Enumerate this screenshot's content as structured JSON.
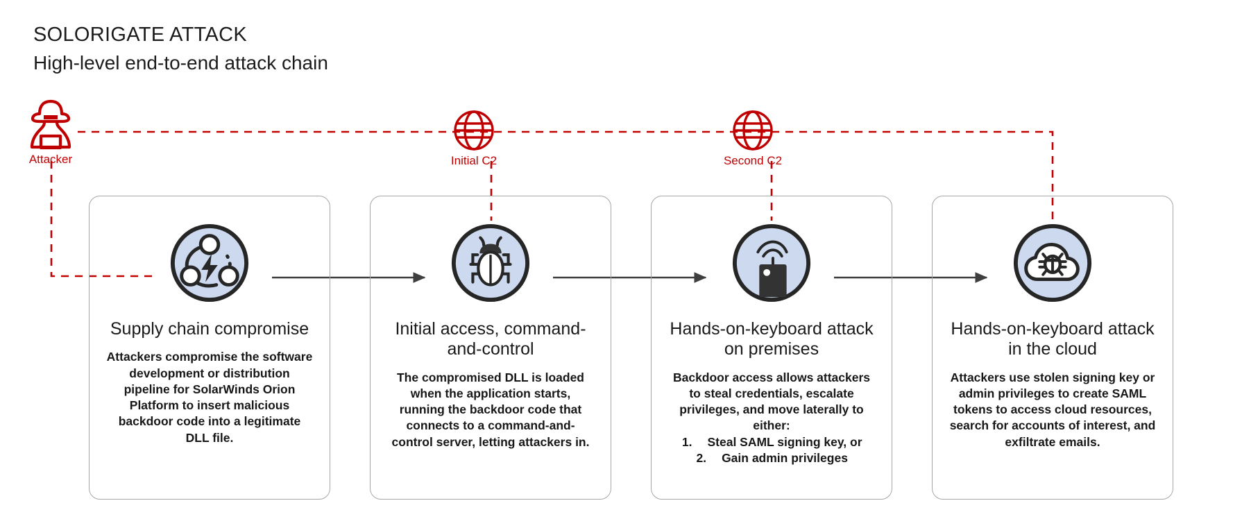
{
  "title": {
    "main": "SOLORIGATE ATTACK",
    "sub": "High-level end-to-end attack chain"
  },
  "colors": {
    "threat_red": "#c00000",
    "card_border": "#a6a6a6",
    "arrow": "#3f3f3f",
    "icon_fill": "#ccd9ef",
    "icon_stroke": "#262626"
  },
  "threat_nodes": [
    {
      "id": "attacker",
      "label": "Attacker",
      "icon": "hacker-icon"
    },
    {
      "id": "initial-c2",
      "label": "Initial C2",
      "icon": "globe-icon"
    },
    {
      "id": "second-c2",
      "label": "Second C2",
      "icon": "globe-icon"
    }
  ],
  "stages": [
    {
      "icon": "supply-chain-icon",
      "title": "Supply chain compromise",
      "body": "Attackers compromise the software development or distribution pipeline for SolarWinds Orion Platform to insert malicious backdoor code into a legitimate DLL file.",
      "list": []
    },
    {
      "icon": "bug-icon",
      "title": "Initial access, command-and-control",
      "body": "The compromised DLL is loaded when the application starts, running the backdoor code that connects to a command-and-control server, letting attackers in.",
      "list": []
    },
    {
      "icon": "beacon-icon",
      "title": "Hands-on-keyboard attack on premises",
      "body": "Backdoor access allows attackers to steal credentials, escalate privileges, and move laterally to either:",
      "list": [
        {
          "num": "1.",
          "text": "Steal SAML signing key, or"
        },
        {
          "num": "2.",
          "text": "Gain admin privileges"
        }
      ]
    },
    {
      "icon": "cloud-bug-icon",
      "title": "Hands-on-keyboard attack in the cloud",
      "body": "Attackers use stolen signing key or admin privileges to create SAML tokens to access cloud resources, search for accounts of interest, and exfiltrate emails.",
      "list": []
    }
  ],
  "flow": {
    "solid_arrows": 3,
    "dashed_connections": [
      "attacker-to-supply-chain",
      "attacker-to-initial-c2",
      "initial-c2-to-stage-2",
      "second-c2-to-stage-3",
      "second-c2-to-stage-4"
    ]
  }
}
